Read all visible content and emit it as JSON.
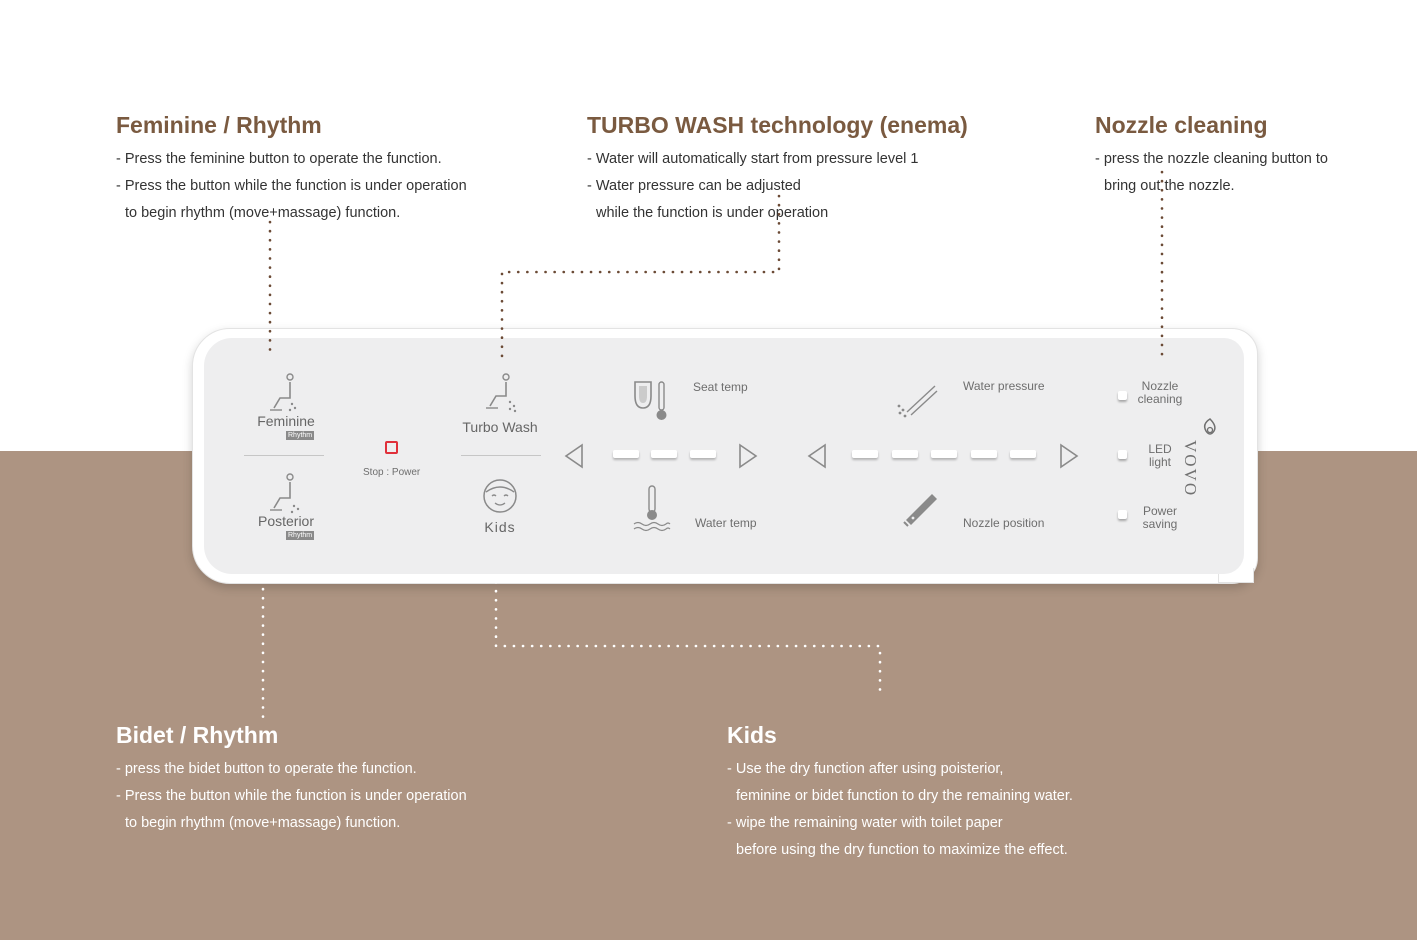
{
  "callouts": {
    "feminine": {
      "title": "Feminine / Rhythm",
      "lines": [
        "- Press the feminine button to operate the function.",
        "- Press the button while the function is under operation",
        "to begin rhythm (move+massage) function."
      ]
    },
    "turbo": {
      "title": "TURBO WASH technology (enema)",
      "lines": [
        "- Water will automatically start from pressure level 1",
        "- Water pressure can be adjusted",
        "while the function is under operation"
      ]
    },
    "nozzle": {
      "title": "Nozzle cleaning",
      "lines": [
        "- press the nozzle cleaning button to",
        "bring out the nozzle."
      ]
    },
    "bidet": {
      "title": "Bidet / Rhythm",
      "lines": [
        "- press the bidet button to operate the function.",
        "- Press the button while the function is under operation",
        "to begin rhythm (move+massage) function."
      ]
    },
    "kids": {
      "title": "Kids",
      "lines": [
        "- Use the dry function after using poisterior,",
        "feminine or bidet function to dry the remaining water.",
        "- wipe the remaining water with toilet paper",
        "before using the dry function to  maximize the effect."
      ]
    }
  },
  "panel": {
    "feminine_label": "Feminine",
    "posterior_label": "Posterior",
    "rhythm_badge": "Rhythm",
    "stop_power": "Stop : Power",
    "turbo_wash": "Turbo Wash",
    "kids": "Kids",
    "seat_temp": "Seat temp",
    "water_temp": "Water temp",
    "water_pressure": "Water pressure",
    "nozzle_position": "Nozzle position",
    "nozzle_cleaning": [
      "Nozzle",
      "cleaning"
    ],
    "led_light": [
      "LED",
      "light"
    ],
    "power_saving": [
      "Power",
      "saving"
    ],
    "brand": "VOVO"
  },
  "colors": {
    "title_brown": "#7a5a40",
    "background_band": "#ad9482",
    "stop_red": "#e0303a",
    "leader_top": "#6b4a35",
    "leader_bottom": "#ffffff"
  },
  "icons": [
    "feminine-seat-icon",
    "posterior-seat-icon",
    "turbo-wash-icon",
    "kids-face-icon",
    "seat-temp-icon",
    "water-temp-icon",
    "water-pressure-icon",
    "nozzle-position-icon",
    "vovo-logo-icon",
    "left-arrow-icon",
    "right-arrow-icon"
  ]
}
